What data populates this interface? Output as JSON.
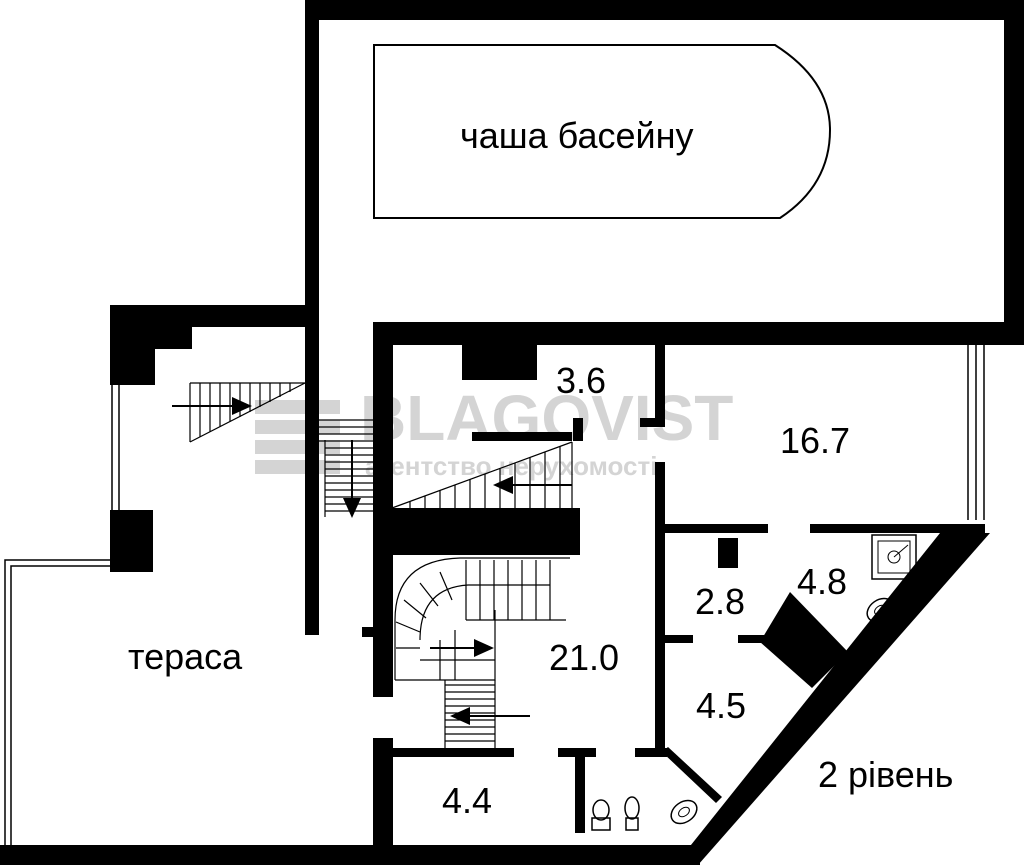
{
  "labels": {
    "pool": "чаша басейну",
    "terrace": "тераса",
    "level": "2 рівень"
  },
  "rooms": [
    {
      "id": "r36",
      "area": "3.6"
    },
    {
      "id": "r167",
      "area": "16.7"
    },
    {
      "id": "r28",
      "area": "2.8"
    },
    {
      "id": "r48",
      "area": "4.8"
    },
    {
      "id": "r210",
      "area": "21.0"
    },
    {
      "id": "r45",
      "area": "4.5"
    },
    {
      "id": "r44",
      "area": "4.4"
    }
  ],
  "watermark": {
    "brand": "BLAGOVIST",
    "tagline": "агентство нерухомості"
  },
  "colors": {
    "wall": "#000000",
    "background": "#ffffff",
    "watermark": "#d4d4d4"
  }
}
